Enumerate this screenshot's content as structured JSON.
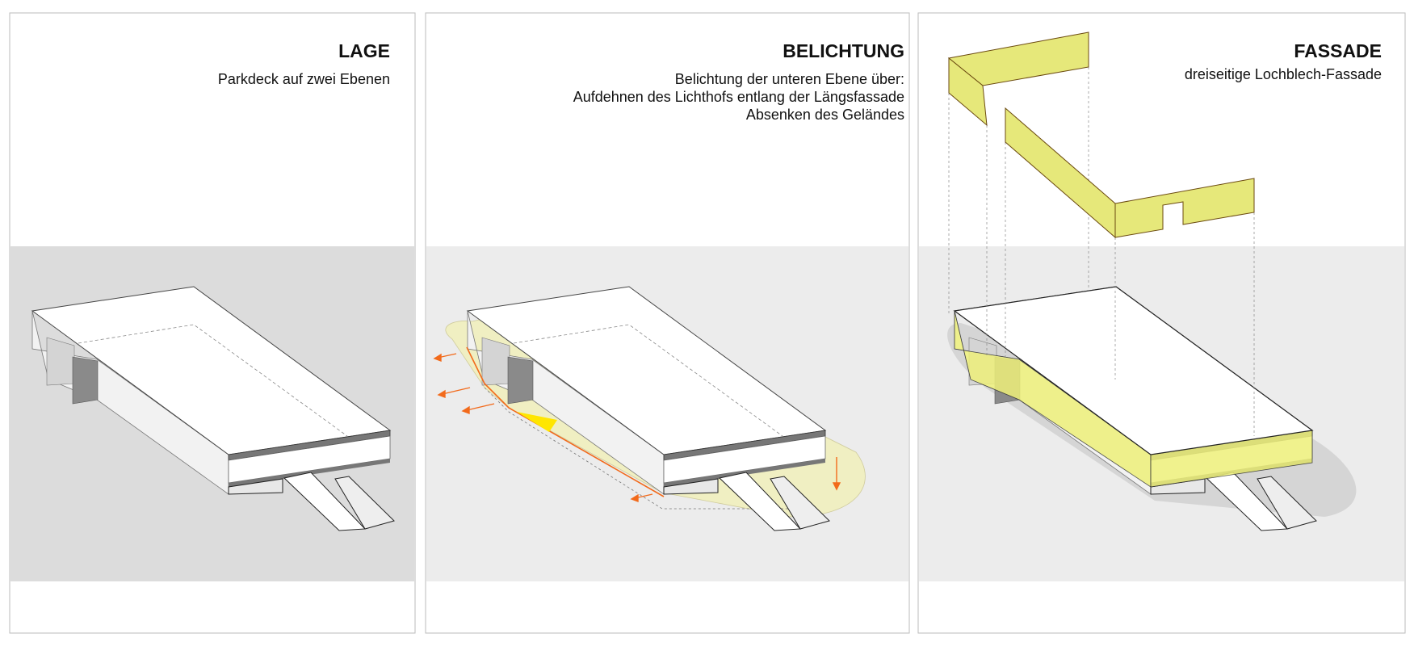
{
  "panels": [
    {
      "title": "LAGE",
      "subtitle": [
        "Parkdeck auf zwei Ebenen"
      ]
    },
    {
      "title": "BELICHTUNG",
      "subtitle": [
        "Belichtung der unteren Ebene über:",
        "Aufdehnen des Lichthofs entlang der Längsfassade",
        "Absenken des Geländes"
      ]
    },
    {
      "title": "FASSADE",
      "subtitle": [
        "dreiseitige Lochblech-Fassade"
      ]
    }
  ],
  "colors": {
    "ground": "#dcdcdc",
    "ground_light": "#ececec",
    "facade_yellow": "#e8ec8a",
    "light_yellow": "#f2f0b8",
    "arrow_orange": "#f26a1b"
  }
}
